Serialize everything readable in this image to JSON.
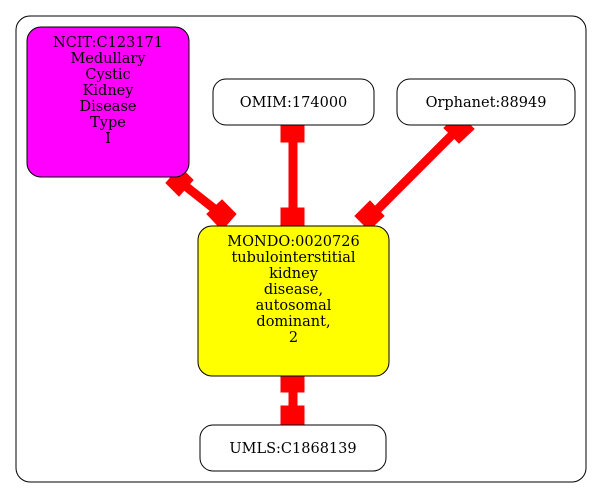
{
  "nodes": {
    "ncit": {
      "lines": [
        "NCIT:C123171",
        "Medullary",
        "Cystic",
        "Kidney",
        "Disease",
        "Type",
        "I"
      ],
      "fill": "#ff00ff"
    },
    "omim": {
      "lines": [
        "OMIM:174000"
      ],
      "fill": "#ffffff"
    },
    "orphanet": {
      "lines": [
        "Orphanet:88949"
      ],
      "fill": "#ffffff"
    },
    "mondo": {
      "lines": [
        "MONDO:0020726",
        "tubulointerstitial",
        "kidney",
        "disease,",
        "autosomal",
        "dominant,",
        "2"
      ],
      "fill": "#ffff00"
    },
    "umls": {
      "lines": [
        "UMLS:C1868139"
      ],
      "fill": "#ffffff"
    }
  },
  "edges": [
    {
      "from": "ncit",
      "to": "mondo",
      "color": "#ff0000"
    },
    {
      "from": "omim",
      "to": "mondo",
      "color": "#ff0000"
    },
    {
      "from": "orphanet",
      "to": "mondo",
      "color": "#ff0000"
    },
    {
      "from": "mondo",
      "to": "umls",
      "color": "#ff0000"
    }
  ]
}
